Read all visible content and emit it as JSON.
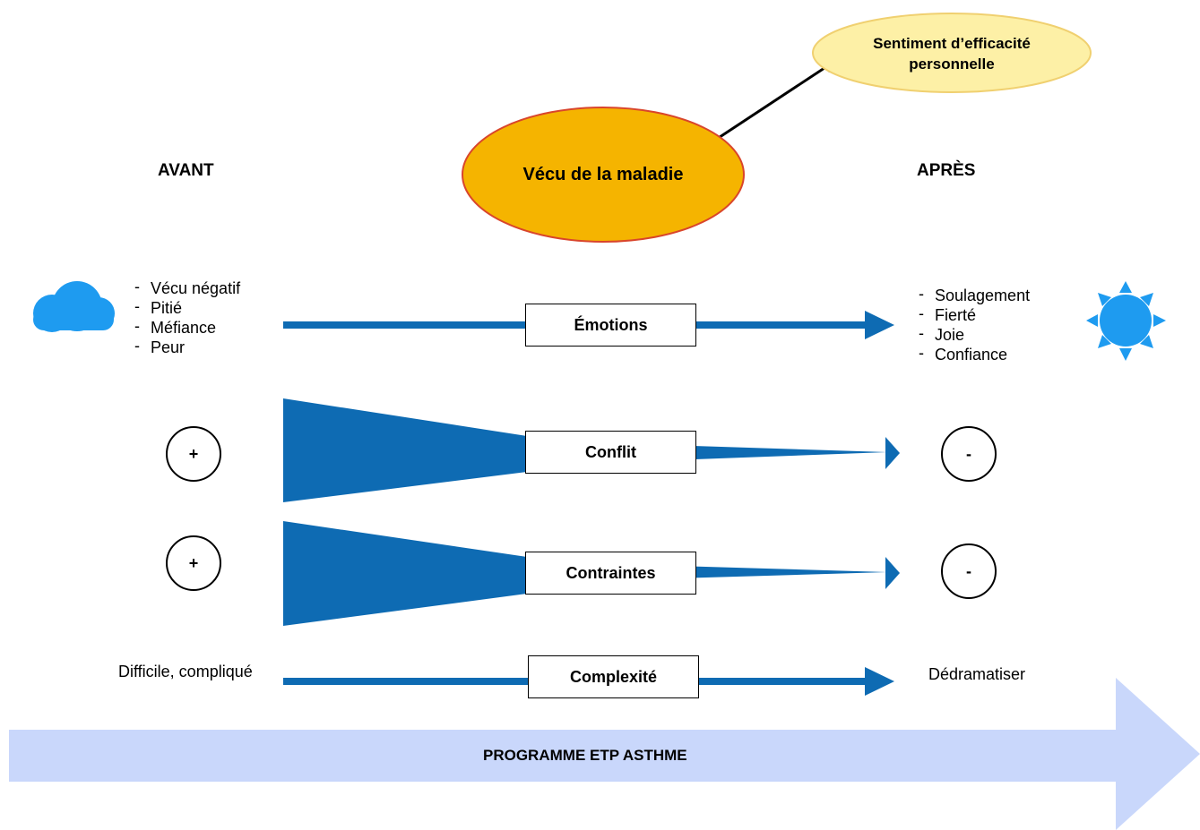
{
  "headers": {
    "before": "AVANT",
    "after": "APRÈS"
  },
  "center_ellipse": {
    "label": "Vécu de la maladie",
    "fill": "#f5b400",
    "stroke": "#d9452b"
  },
  "top_ellipse": {
    "label_line1": "Sentiment d’efficacité",
    "label_line2": "personnelle",
    "fill": "#fdf0a6",
    "stroke": "#f0d070"
  },
  "rows": {
    "emotions": {
      "label": "Émotions",
      "before_items": [
        "Vécu négatif",
        "Pitié",
        "Méfiance",
        "Peur"
      ],
      "after_items": [
        "Soulagement",
        "Fierté",
        "Joie",
        "Confiance"
      ],
      "before_icon": "cloud-icon",
      "after_icon": "sun-icon"
    },
    "conflit": {
      "label": "Conflit",
      "before_symbol": "+",
      "after_symbol": "-"
    },
    "contraintes": {
      "label": "Contraintes",
      "before_symbol": "+",
      "after_symbol": "-"
    },
    "complexite": {
      "label": "Complexité",
      "before_text": "Difficile, compliqué",
      "after_text": "Dédramatiser"
    }
  },
  "program_arrow": {
    "label": "PROGRAMME ETP ASTHME",
    "fill": "#c9d7fb"
  },
  "colors": {
    "arrow_blue": "#0e6bb3",
    "icon_blue": "#1e9bf0"
  }
}
